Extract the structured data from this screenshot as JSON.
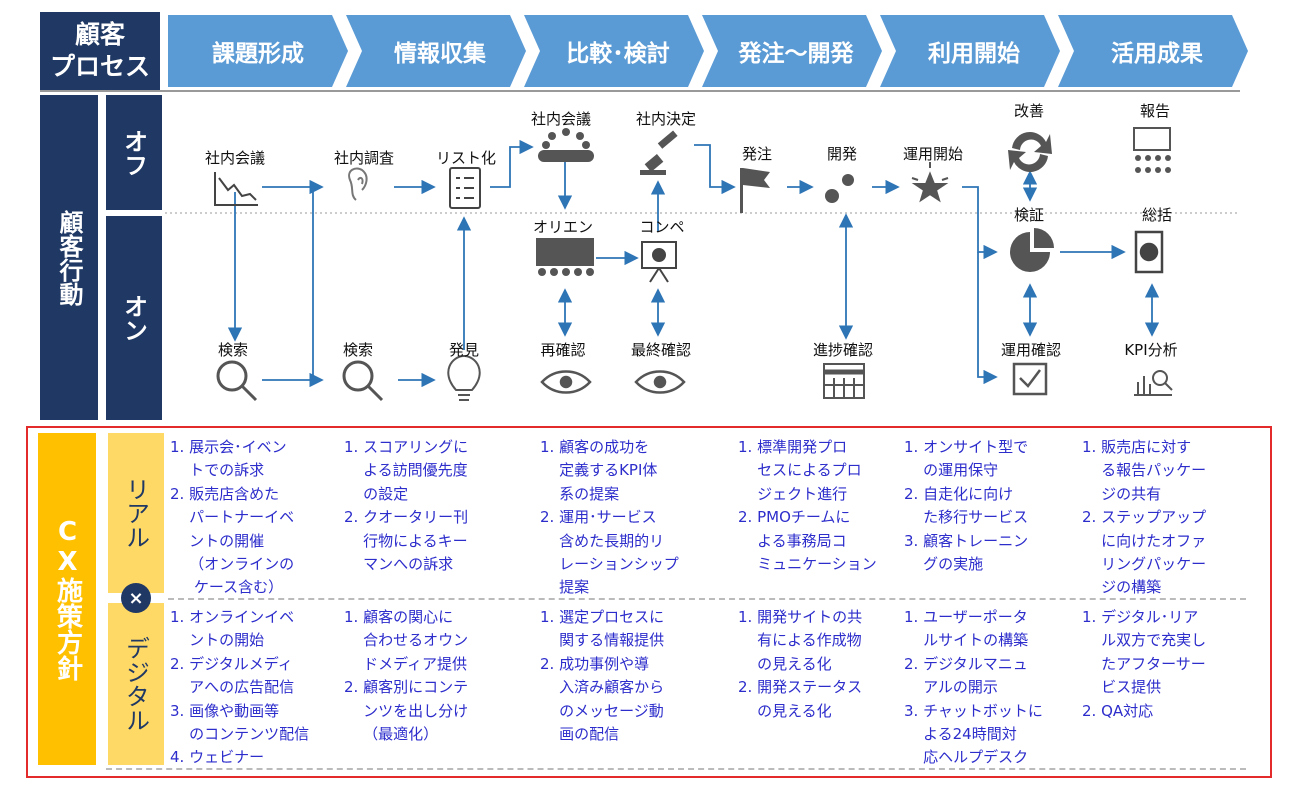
{
  "corner": {
    "line1": "顧客",
    "line2": "プロセス"
  },
  "phases": [
    "課題形成",
    "情報収集",
    "比較･検討",
    "発注～開発",
    "利用開始",
    "活用成果"
  ],
  "behavior": {
    "title": "顧客行動",
    "off": "オフ",
    "on": "オン"
  },
  "steps": {
    "s1": "社内会議",
    "s2": "社内調査",
    "s3": "リスト化",
    "s4": "社内会議",
    "s5": "社内決定",
    "s6": "発注",
    "s7": "開発",
    "s8": "運用開始",
    "s9": "改善",
    "s10": "報告",
    "s11": "オリエン",
    "s12": "コンペ",
    "s13": "検証",
    "s14": "総括",
    "s15": "検索",
    "s16": "検索",
    "s17": "発見",
    "s18": "再確認",
    "s19": "最終確認",
    "s20": "進捗確認",
    "s21": "運用確認",
    "s22": "KPI分析"
  },
  "policy": {
    "title": "CX施策方針",
    "real": "リアル",
    "cross": "×",
    "digital": "デジタル"
  },
  "real_texts": [
    "1. 展示会･イベン\n    トでの訴求\n2. 販売店含めた\n    パートナーイベ\n    ントの開催\n    （オンラインの\n     ケース含む）",
    "1. スコアリングに\n    よる訪問優先度\n    の設定\n2. クオータリー刊\n    行物によるキー\n    マンへの訴求",
    "1. 顧客の成功を\n    定義するKPI体\n    系の提案\n2. 運用･サービス\n    含めた長期的リ\n    レーションシップ\n    提案",
    "1. 標準開発プロ\n    セスによるプロ\n    ジェクト進行\n2. PMOチームに\n    よる事務局コ\n    ミュニケーション",
    "1. オンサイト型で\n    の運用保守\n2. 自走化に向け\n    た移行サービス\n3. 顧客トレーニン\n    グの実施",
    "1. 販売店に対す\n    る報告パッケー\n    ジの共有\n2. ステップアップ\n    に向けたオファ\n    リングパッケー\n    ジの構築"
  ],
  "digital_texts": [
    "1. オンラインイベ\n    ントの開始\n2. デジタルメディ\n    アへの広告配信\n3. 画像や動画等\n    のコンテンツ配信\n4. ウェビナー",
    "1. 顧客の関心に\n    合わせるオウン\n    ドメディア提供\n2. 顧客別にコンテ\n    ンツを出し分け\n    （最適化）",
    "1. 選定プロセスに\n    関する情報提供\n2. 成功事例や導\n    入済み顧客から\n    のメッセージ動\n    画の配信",
    "1. 開発サイトの共\n    有による作成物\n    の見える化\n2. 開発ステータス\n    の見える化",
    "1. ユーザーポータ\n    ルサイトの構築\n2. デジタルマニュ\n    アルの開示\n3. チャットボットに\n    よる24時間対\n    応ヘルプデスク",
    "1. デジタル･リア\n    ル双方で充実し\n    たアフターサー\n    ビス提供\n2. QA対応"
  ],
  "colors": {
    "navy": "#1f3864",
    "phase": "#5b9bd5",
    "arrow": "#2e75b6",
    "gold": "#ffc000",
    "lightgold": "#ffd966",
    "red": "#e32b2b",
    "blue_text": "#2d2dcc"
  }
}
